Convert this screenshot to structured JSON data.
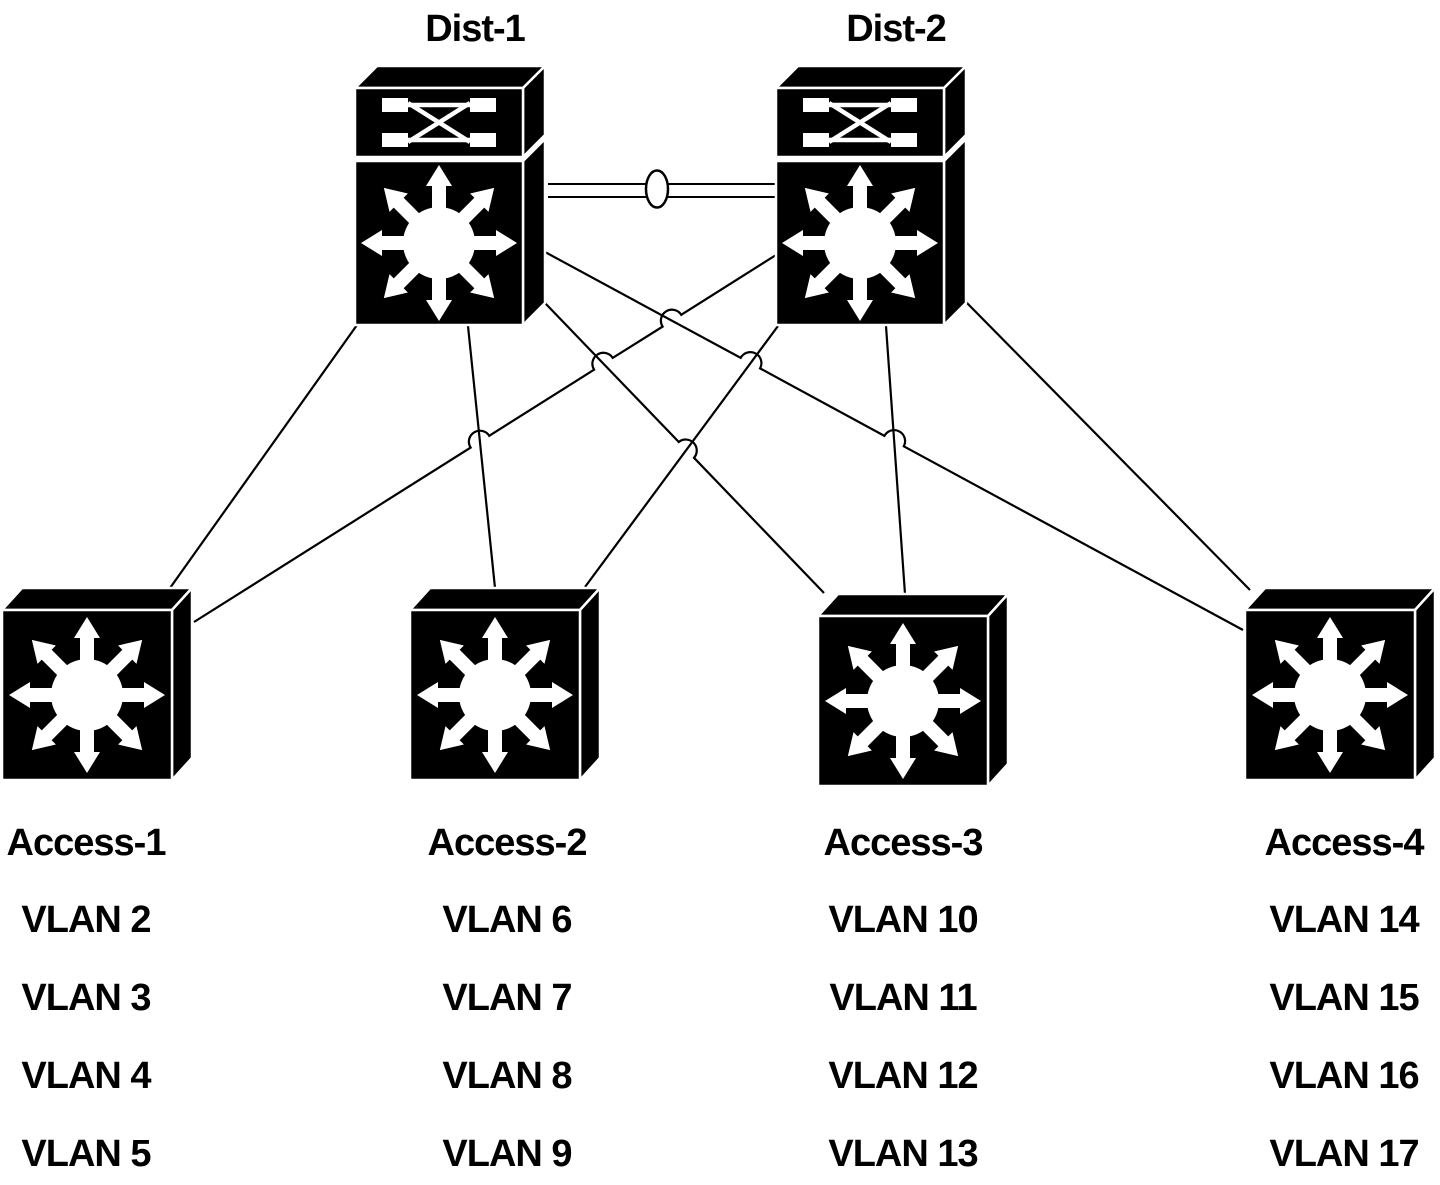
{
  "diagram": {
    "title_visible": false,
    "colors": {
      "foreground": "#000000",
      "background": "#ffffff"
    },
    "icons": {
      "distribution": "multilayer-switch-icon",
      "access": "workgroup-switch-icon",
      "dist_link_marker": "etherchannel-oval-icon"
    },
    "distribution_switches": [
      {
        "label": "Dist-1"
      },
      {
        "label": "Dist-2"
      }
    ],
    "access_switches": [
      {
        "label": "Access-1",
        "vlans": [
          "VLAN 2",
          "VLAN 3",
          "VLAN 4",
          "VLAN 5"
        ]
      },
      {
        "label": "Access-2",
        "vlans": [
          "VLAN 6",
          "VLAN 7",
          "VLAN 8",
          "VLAN 9"
        ]
      },
      {
        "label": "Access-3",
        "vlans": [
          "VLAN 10",
          "VLAN 11",
          "VLAN 12",
          "VLAN 13"
        ]
      },
      {
        "label": "Access-4",
        "vlans": [
          "VLAN 14",
          "VLAN 15",
          "VLAN 16",
          "VLAN 17"
        ]
      }
    ],
    "links": [
      {
        "from": "Dist-1",
        "to": "Dist-2",
        "style": "etherchannel-double-line-with-oval"
      },
      {
        "from": "Dist-1",
        "to": "Access-1"
      },
      {
        "from": "Dist-1",
        "to": "Access-2"
      },
      {
        "from": "Dist-1",
        "to": "Access-3"
      },
      {
        "from": "Dist-1",
        "to": "Access-4"
      },
      {
        "from": "Dist-2",
        "to": "Access-1"
      },
      {
        "from": "Dist-2",
        "to": "Access-2"
      },
      {
        "from": "Dist-2",
        "to": "Access-3"
      },
      {
        "from": "Dist-2",
        "to": "Access-4"
      }
    ]
  }
}
